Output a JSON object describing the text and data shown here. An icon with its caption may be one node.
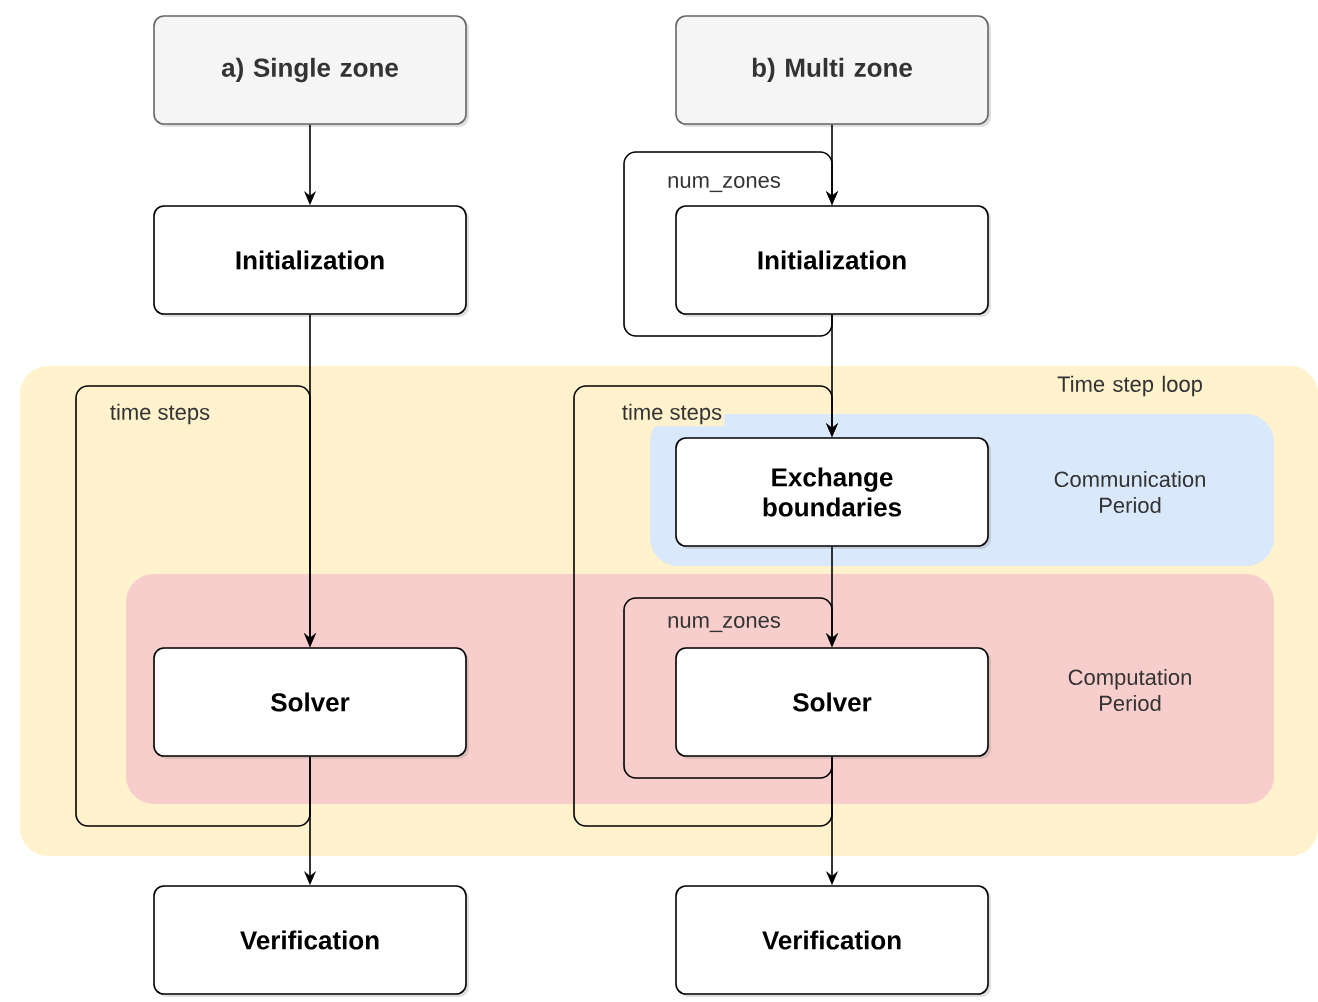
{
  "diagram": {
    "nodes": [
      {
        "text": [
          "Time step loop"
        ]
      },
      {
        "text": [
          "Communication Period"
        ],
        "in": 0
      },
      {
        "text": [
          "Computation Period"
        ],
        "in": 0
      },
      {
        "text": [
          "a) Single zone"
        ]
      },
      {
        "text": [
          "Initialization"
        ]
      },
      {
        "text": [
          "Solver"
        ],
        "in": 2
      },
      {
        "text": [
          "Verification"
        ]
      },
      {
        "text": [
          "b) Multi zone"
        ]
      },
      {
        "text": [
          "Initialization"
        ]
      },
      {
        "text": [
          "Exchange boundaries"
        ],
        "in": 1
      },
      {
        "text": [
          "Solver"
        ],
        "in": 2
      },
      {
        "text": [
          "Verification"
        ]
      }
    ],
    "edges": [
      {
        "from": 3,
        "to": 4,
        "arrow": "to"
      },
      {
        "from": 4,
        "to": 5,
        "arrow": "to"
      },
      {
        "from": 5,
        "to": 6,
        "arrow": "to"
      },
      {
        "from": 5,
        "to": 5,
        "arrow": "to",
        "label": "time steps"
      },
      {
        "from": 7,
        "to": 8,
        "arrow": "to"
      },
      {
        "from": 8,
        "to": 8,
        "arrow": "to",
        "label": "num_zones"
      },
      {
        "from": 8,
        "to": 9,
        "arrow": "to"
      },
      {
        "from": 9,
        "to": 10,
        "arrow": "to"
      },
      {
        "from": 10,
        "to": 10,
        "arrow": "to",
        "label": "num_zones"
      },
      {
        "from": 10,
        "to": 9,
        "arrow": "to",
        "label": "time steps"
      },
      {
        "from": 10,
        "to": 11,
        "arrow": "to"
      }
    ]
  }
}
